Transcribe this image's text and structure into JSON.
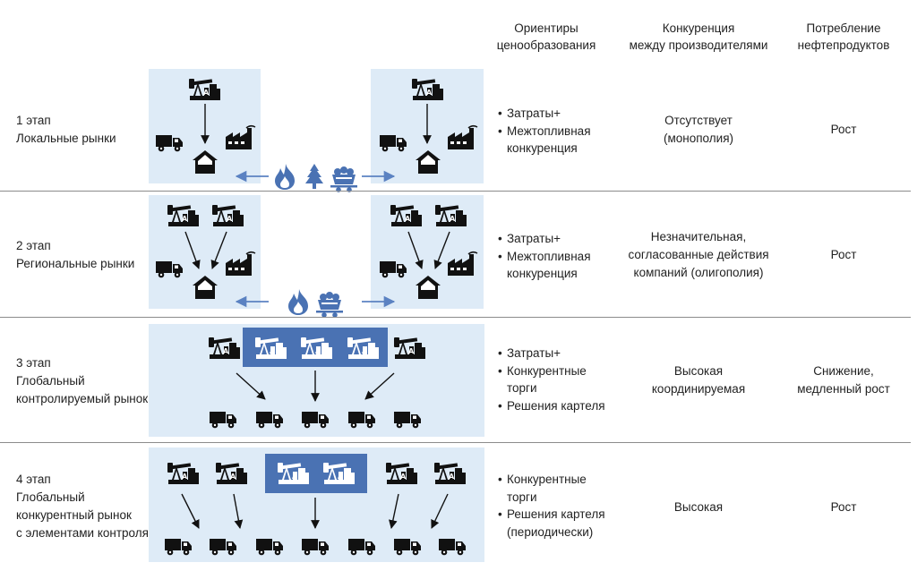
{
  "headers": {
    "pricing": [
      "Ориентиры",
      "ценообразования"
    ],
    "competition": [
      "Конкуренция",
      "между производителями"
    ],
    "consumption": [
      "Потребление",
      "нефтепродуктов"
    ]
  },
  "stages": [
    {
      "label": [
        "1 этап",
        "Локальные рынки"
      ],
      "pricing": [
        "Затраты+",
        "Межтопливная конкуренция"
      ],
      "pricing_lines": [
        [
          "Затраты+"
        ],
        [
          "Межтопливная",
          "конкуренция"
        ]
      ],
      "competition": [
        "Отсутствует",
        "(монополия)"
      ],
      "consumption": [
        "Рост"
      ]
    },
    {
      "label": [
        "2 этап",
        "Региональные рынки"
      ],
      "pricing_lines": [
        [
          "Затраты+"
        ],
        [
          "Межтопливная",
          "конкуренция"
        ]
      ],
      "competition": [
        "Незначительная,",
        "согласованные действия",
        "компаний (олигополия)"
      ],
      "consumption": [
        "Рост"
      ]
    },
    {
      "label": [
        "3 этап",
        "Глобальный",
        "контролируемый рынок"
      ],
      "pricing_lines": [
        [
          "Затраты+"
        ],
        [
          "Конкурентные",
          "торги"
        ],
        [
          "Решения картеля"
        ]
      ],
      "competition": [
        "Высокая",
        "координируемая"
      ],
      "consumption": [
        "Снижение,",
        "медленный рост"
      ]
    },
    {
      "label": [
        "4 этап",
        "Глобальный",
        "конкурентный рынок",
        "с элементами контроля"
      ],
      "pricing_lines": [
        [
          "Конкурентные",
          "торги"
        ],
        [
          "Решения картеля",
          "(периодически)"
        ]
      ],
      "competition": [
        "Высокая"
      ],
      "consumption": [
        "Рост"
      ]
    }
  ],
  "colors": {
    "panel": "#deebf7",
    "cartel_box": "#4a72b3",
    "flow_arrow": "#5b82c2",
    "icon": "#111111",
    "separator": "#8c8c8c"
  },
  "icons": [
    "oil-pump-icon",
    "truck-icon",
    "factory-icon",
    "house-icon",
    "flame-icon",
    "tree-icon",
    "coal-cart-icon"
  ]
}
